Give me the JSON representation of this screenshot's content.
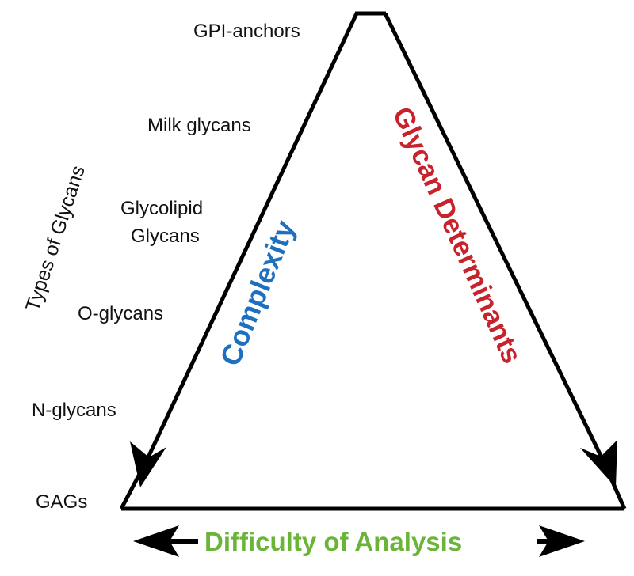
{
  "axis_title": "Types of Glycans",
  "glycan_types": [
    "GPI-anchors",
    "Milk glycans",
    "Glycolipid",
    "Glycans",
    "O-glycans",
    "N-glycans",
    "GAGs"
  ],
  "left_edge_label": "Complexity",
  "right_edge_label": "Glycan Determinants",
  "bottom_label": "Difficulty of Analysis",
  "colors": {
    "complexity": "#1f6fc0",
    "determinants": "#c8232c",
    "difficulty": "#6ab437",
    "lines": "#000000"
  }
}
